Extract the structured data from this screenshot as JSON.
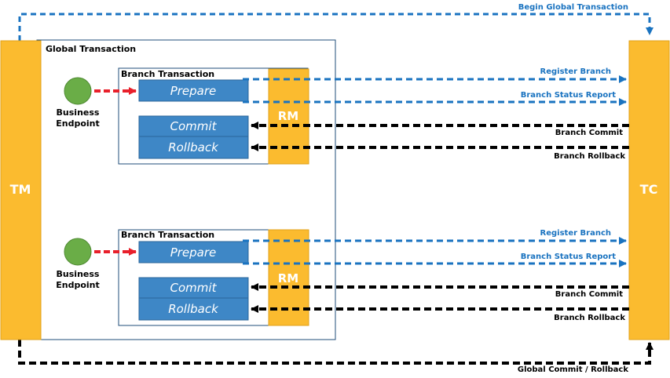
{
  "tm": {
    "label": "TM"
  },
  "tc": {
    "label": "TC"
  },
  "begin_label": "Begin Global Transaction",
  "end_label": "Global Commit / Rollback",
  "global": {
    "title": "Global Transaction"
  },
  "branches": [
    {
      "title": "Branch Transaction",
      "endpoint": {
        "line1": "Business",
        "line2": "Endpoint"
      },
      "prepare": "Prepare",
      "commit": "Commit",
      "rollback": "Rollback",
      "rm": "RM",
      "register": "Register Branch",
      "status": "Branch Status Report",
      "branch_commit": "Branch Commit",
      "branch_rollback": "Branch Rollback"
    },
    {
      "title": "Branch Transaction",
      "endpoint": {
        "line1": "Business",
        "line2": "Endpoint"
      },
      "prepare": "Prepare",
      "commit": "Commit",
      "rollback": "Rollback",
      "rm": "RM",
      "register": "Register Branch",
      "status": "Branch Status Report",
      "branch_commit": "Branch Commit",
      "branch_rollback": "Branch Rollback"
    }
  ],
  "colors": {
    "orange": "#fbbb2f",
    "blue_box": "#3e87c6",
    "blue_arrow": "#1a73c0",
    "green": "#6aad47",
    "red": "#e8202b",
    "black": "#000000",
    "frame": "#1f4e79"
  }
}
